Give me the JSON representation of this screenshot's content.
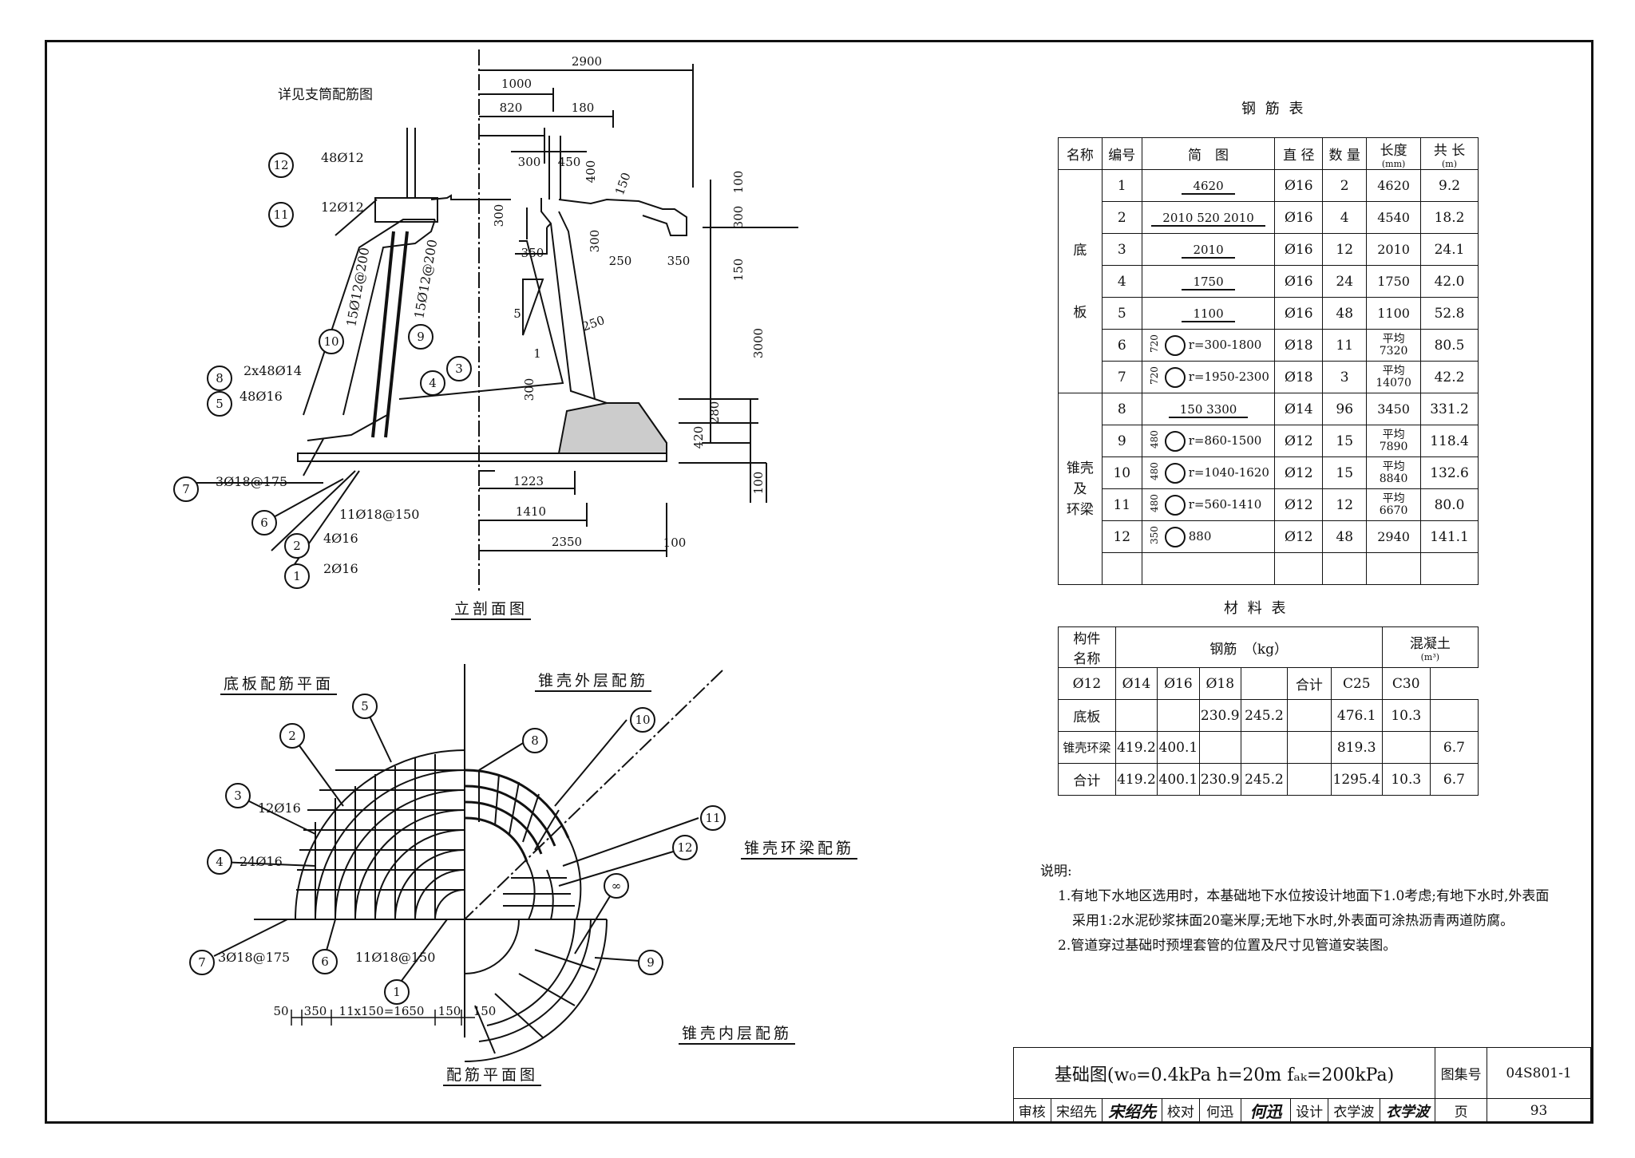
{
  "section": {
    "title": "立剖面图",
    "note_ref": "详见支筒配筋图",
    "dims": {
      "d2900": "2900",
      "d1000": "1000",
      "d820": "820",
      "d180": "180",
      "d300a": "300",
      "d450": "450",
      "d400": "400",
      "d150a": "150",
      "d100a": "100",
      "d300b": "300",
      "d300c": "300",
      "d300d": "300",
      "d250a": "250",
      "d350a": "350",
      "d350b": "350",
      "d150b": "150",
      "d3000": "3000",
      "d250b": "250",
      "d280": "280",
      "d420": "420",
      "d100b": "100",
      "d1223": "1223",
      "d1410": "1410",
      "d2350": "2350",
      "d100c": "100",
      "d300e": "300"
    },
    "marks": {
      "m5": "5",
      "m1": "1"
    },
    "callouts": [
      {
        "num": "12",
        "text": "48Ø12"
      },
      {
        "num": "11",
        "text": "12Ø12"
      },
      {
        "num": "10",
        "text": "15Ø12@200"
      },
      {
        "num": "9",
        "text": "15Ø12@200"
      },
      {
        "num": "8",
        "text": "2x48Ø14"
      },
      {
        "num": "5",
        "text": "48Ø16"
      },
      {
        "num": "4",
        "text": ""
      },
      {
        "num": "3",
        "text": ""
      },
      {
        "num": "7",
        "text": "3Ø18@175"
      },
      {
        "num": "6",
        "text": "11Ø18@150"
      },
      {
        "num": "2",
        "text": "4Ø16"
      },
      {
        "num": "1",
        "text": "2Ø16"
      }
    ]
  },
  "plan": {
    "title": "配筋平面图",
    "base_label": "底板配筋平面",
    "outer_label": "锥壳外层配筋",
    "ring_label": "锥壳环梁配筋",
    "inner_label": "锥壳内层配筋",
    "callouts": [
      {
        "num": "2",
        "text": ""
      },
      {
        "num": "5",
        "text": ""
      },
      {
        "num": "3",
        "text": "12Ø16"
      },
      {
        "num": "4",
        "text": "24Ø16"
      },
      {
        "num": "7",
        "text": "3Ø18@175"
      },
      {
        "num": "6",
        "text": "11Ø18@150"
      },
      {
        "num": "1",
        "text": ""
      },
      {
        "num": "8",
        "text": ""
      },
      {
        "num": "10",
        "text": ""
      },
      {
        "num": "11",
        "text": ""
      },
      {
        "num": "12",
        "text": ""
      },
      {
        "num": "∞",
        "text": ""
      },
      {
        "num": "9",
        "text": ""
      }
    ],
    "dims": {
      "d50": "50",
      "d350": "350",
      "d1650": "11x150=1650",
      "d150a": "150",
      "d150b": "150"
    }
  },
  "rebar_table": {
    "title": "钢 筋 表",
    "headers": [
      "名称",
      "编号",
      "简　图",
      "直 径",
      "数 量",
      "长度",
      "共 长"
    ],
    "header_units": {
      "length": "(mm)",
      "total": "(m)"
    },
    "groups": [
      {
        "name": "底\n\n\n板",
        "rows": [
          {
            "no": "1",
            "sketch": "4620",
            "dia": "Ø16",
            "qty": "2",
            "len": "4620",
            "total": "9.2"
          },
          {
            "no": "2",
            "sketch": "2010  520  2010",
            "dia": "Ø16",
            "qty": "4",
            "len": "4540",
            "total": "18.2"
          },
          {
            "no": "3",
            "sketch": "2010",
            "dia": "Ø16",
            "qty": "12",
            "len": "2010",
            "total": "24.1"
          },
          {
            "no": "4",
            "sketch": "1750",
            "dia": "Ø16",
            "qty": "24",
            "len": "1750",
            "total": "42.0"
          },
          {
            "no": "5",
            "sketch": "1100",
            "dia": "Ø16",
            "qty": "48",
            "len": "1100",
            "total": "52.8"
          },
          {
            "no": "6",
            "sketch": "r=300-1800",
            "pre": "720",
            "dia": "Ø18",
            "qty": "11",
            "len": "平均\n7320",
            "total": "80.5"
          },
          {
            "no": "7",
            "sketch": "r=1950-2300",
            "pre": "720",
            "dia": "Ø18",
            "qty": "3",
            "len": "平均\n14070",
            "total": "42.2"
          }
        ]
      },
      {
        "name": "锥壳\n及\n环梁",
        "rows": [
          {
            "no": "8",
            "sketch": "150      3300",
            "dia": "Ø14",
            "qty": "96",
            "len": "3450",
            "total": "331.2"
          },
          {
            "no": "9",
            "sketch": "r=860-1500",
            "pre": "480",
            "dia": "Ø12",
            "qty": "15",
            "len": "平均\n7890",
            "total": "118.4"
          },
          {
            "no": "10",
            "sketch": "r=1040-1620",
            "pre": "480",
            "dia": "Ø12",
            "qty": "15",
            "len": "平均\n8840",
            "total": "132.6"
          },
          {
            "no": "11",
            "sketch": "r=560-1410",
            "pre": "480",
            "dia": "Ø12",
            "qty": "12",
            "len": "平均\n6670",
            "total": "80.0"
          },
          {
            "no": "12",
            "sketch": "880",
            "pre": "350",
            "dia": "Ø12",
            "qty": "48",
            "len": "2940",
            "total": "141.1"
          }
        ]
      }
    ]
  },
  "material_table": {
    "title": "材 料 表",
    "col_group1": "构件",
    "col_group1b": "名称",
    "steel_header": "钢筋　（kg）",
    "concrete_header": "混凝土",
    "concrete_unit": "(m³)",
    "sub_headers": [
      "Ø12",
      "Ø14",
      "Ø16",
      "Ø18",
      "",
      "合计",
      "C25",
      "C30"
    ],
    "rows": [
      {
        "name": "底板",
        "vals": [
          "",
          "",
          "230.9",
          "245.2",
          "",
          "476.1",
          "10.3",
          ""
        ]
      },
      {
        "name": "锥壳环梁",
        "vals": [
          "419.2",
          "400.1",
          "",
          "",
          "",
          "819.3",
          "",
          "6.7"
        ]
      },
      {
        "name": "合计",
        "vals": [
          "419.2",
          "400.1",
          "230.9",
          "245.2",
          "",
          "1295.4",
          "10.3",
          "6.7"
        ]
      }
    ]
  },
  "notes": {
    "heading": "说明:",
    "items": [
      "1.有地下水地区选用时，本基础地下水位按设计地面下1.0考虑;有地下水时,外表面",
      "采用1:2水泥砂浆抹面20毫米厚;无地下水时,外表面可涂热沥青两道防腐。",
      "2.管道穿过基础时预埋套管的位置及尺寸见管道安装图。"
    ]
  },
  "title_block": {
    "drawing_title": "基础图(w₀=0.4kPa  h=20m  fₐₖ=200kPa)",
    "atlas_label": "图集号",
    "atlas_no": "04S801-1",
    "review_label": "审核",
    "reviewer": "宋绍先",
    "reviewer_sign": "宋绍先",
    "check_label": "校对",
    "checker": "何迅",
    "checker_sign": "何迅",
    "design_label": "设计",
    "designer": "衣学波",
    "designer_sign": "衣学波",
    "page_label": "页",
    "page_no": "93"
  }
}
